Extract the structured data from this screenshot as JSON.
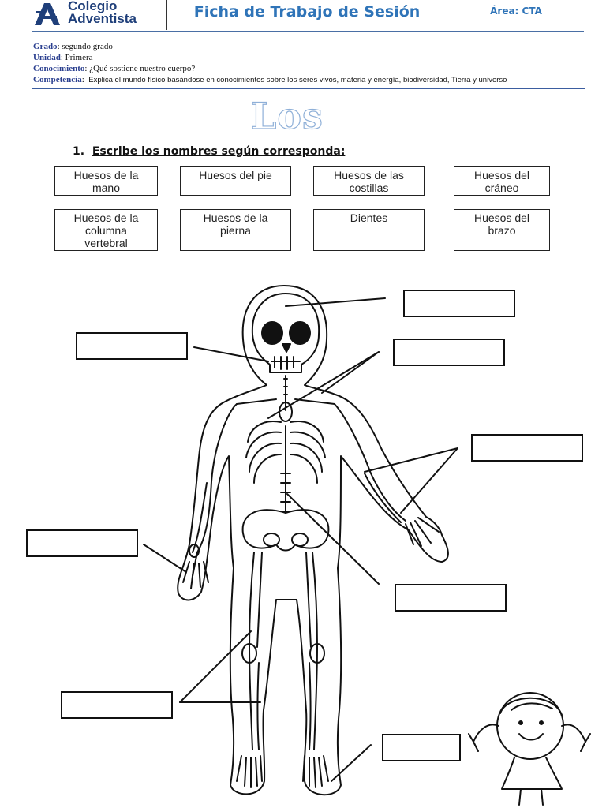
{
  "header": {
    "logo_line1": "Colegio",
    "logo_line2": "Adventista",
    "title": "Ficha de Trabajo de Sesión",
    "area": "Área: CTA"
  },
  "meta": {
    "grado_label": "Grado",
    "grado_value": "segundo grado",
    "unidad_label": "Unidad",
    "unidad_value": "Primera",
    "conocimiento_label": "Conocimiento",
    "conocimiento_value": "¿Qué sostiene nuestro cuerpo?",
    "competencia_label": "Competencia",
    "competencia_value": "Explica el mundo físico basándose en conocimientos sobre los seres vivos, materia y energía, biodiversidad, Tierra y universo"
  },
  "big_title": "Los",
  "question": {
    "number": "1.",
    "text": "Escribe los nombres según corresponda:"
  },
  "word_bank": [
    [
      "Huesos de la",
      "mano"
    ],
    [
      "Huesos del pie"
    ],
    [
      "Huesos de las",
      "costillas"
    ],
    [
      "Huesos del",
      "cráneo"
    ],
    [
      "Huesos de la",
      "columna",
      "vertebral"
    ],
    [
      "Huesos de la",
      "pierna"
    ],
    [
      "Dientes"
    ],
    [
      "Huesos del",
      "brazo"
    ]
  ]
}
